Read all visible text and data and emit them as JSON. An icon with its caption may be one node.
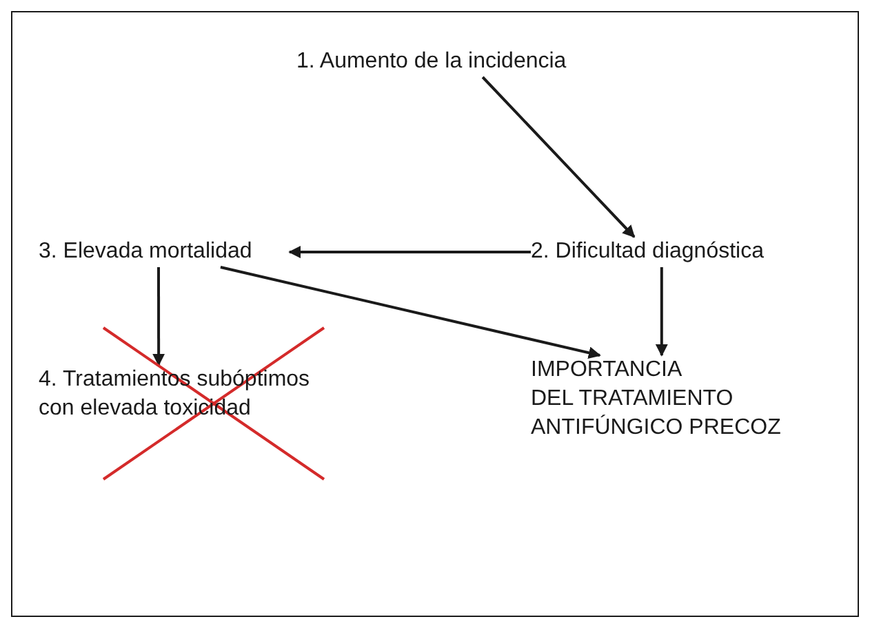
{
  "diagram": {
    "nodes": [
      {
        "text": [
          "1. Aumento de la incidencia"
        ]
      },
      {
        "text": [
          "2. Dificultad diagnóstica"
        ]
      },
      {
        "text": [
          "3. Elevada mortalidad"
        ]
      },
      {
        "text": [
          "4. Tratamientos subóptimos con elevada toxicidad"
        ]
      },
      {
        "text": [
          "IMPORTANCIA DEL TRATAMIENTO ANTIFÚNGICO PRECOZ"
        ]
      }
    ],
    "edges": [
      {
        "from": 0,
        "to": 1,
        "arrow": "to"
      },
      {
        "from": 1,
        "to": 2,
        "arrow": "to"
      },
      {
        "from": 2,
        "to": 3,
        "arrow": "to"
      },
      {
        "from": 2,
        "to": 4,
        "arrow": "to"
      },
      {
        "from": 1,
        "to": 4,
        "arrow": "to"
      }
    ]
  }
}
